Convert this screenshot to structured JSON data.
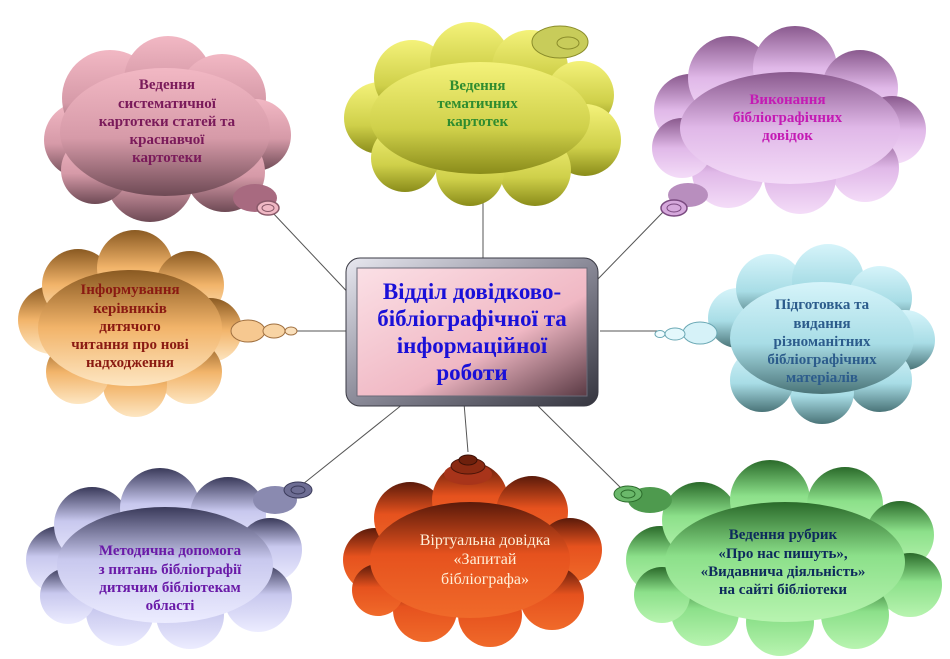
{
  "center": {
    "text": "Відділ довідково-\nбібліографічної та\nінформаційної\nроботи"
  },
  "nodes": {
    "systematic_catalog": {
      "text": "Ведення\nсистематичної\nкартотеки статей та\nкраснавчої\nкартотеки",
      "color": "#7a1a5a"
    },
    "thematic_catalogs": {
      "text": "Ведення\nтематичних\nкартотек",
      "color": "#2f8c2f"
    },
    "bibliographic_inquiries": {
      "text": "Виконання\nбібліографічних\nдовідок",
      "color": "#c41ab4"
    },
    "informing_leaders": {
      "text": "Інформування\nкерівників\nдитячого\nчитання про нові\nнадходження",
      "color": "#8a1a12"
    },
    "preparing_materials": {
      "text": "Підготовка та\nвидання\nрізноманітних\nбібліографічних\nматеріалів",
      "color": "#2c5c8c"
    },
    "methodical_help": {
      "text": "Методична допомога\nз питань бібліографії\nдитячим бібліотекам\nобласті",
      "color": "#6a1aa8"
    },
    "virtual_inquiry": {
      "text": "Віртуальна довідка\n«Запитай\nбібліографа»",
      "color": "#fff0d8"
    },
    "rubrics": {
      "text": "Ведення рубрик\n«Про нас пишуть»,\n«Видавнича діяльність»\nна сайті бібліотеки",
      "color": "#0d2a5c"
    }
  }
}
